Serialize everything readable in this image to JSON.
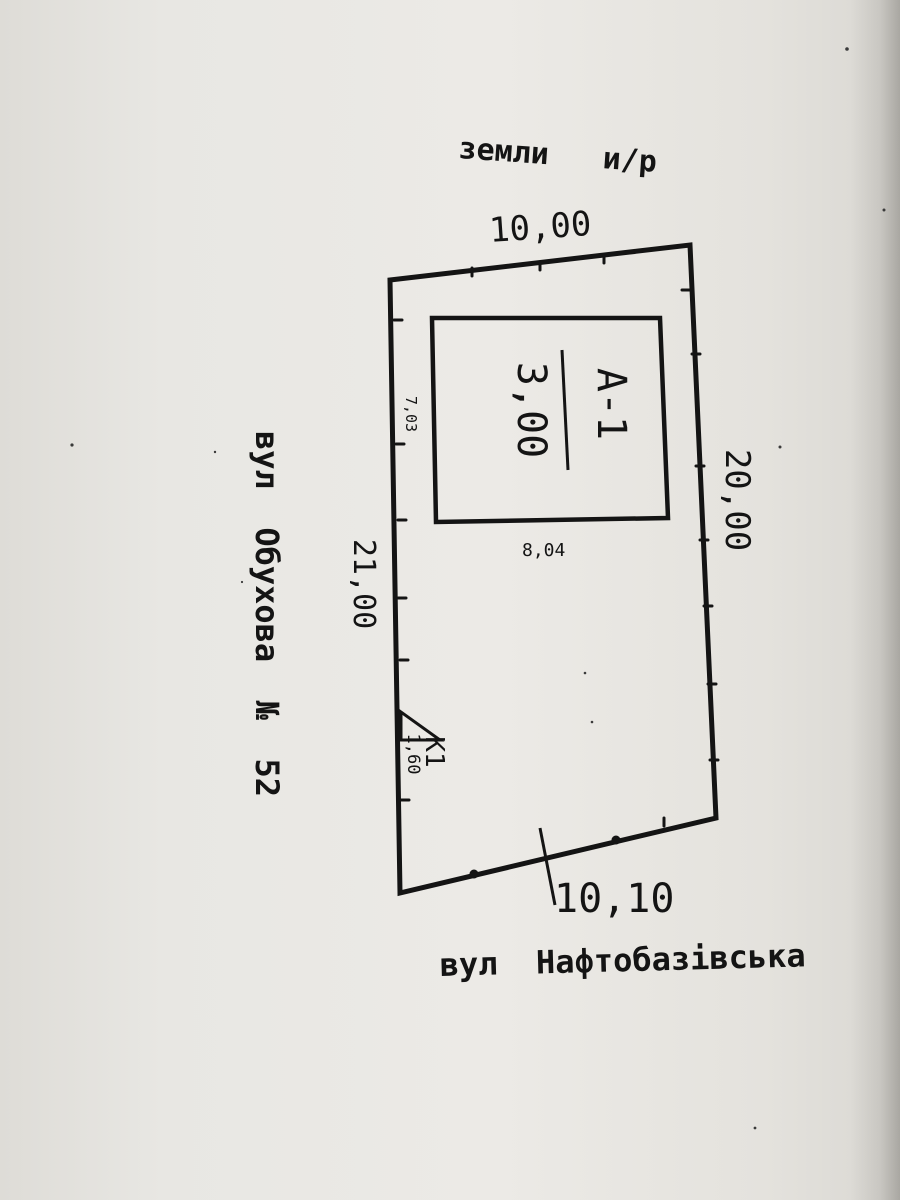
{
  "labels": {
    "top_neighbor": "земли   и/р",
    "top_side": "10,00",
    "right_side": "20,00",
    "left_side": "21,00",
    "bottom_side": "10,10",
    "bottom_street": "вул  Нафтобазівська",
    "left_street": "вул  Обухова  №  52",
    "building_name": "А-1",
    "building_height": "3,00",
    "building_width": "8,04",
    "building_depth": "7,03",
    "entrance_name": "К1",
    "entrance_size": "1,60"
  },
  "colors": {
    "ink": "#141414",
    "paper": "#e7e6e2"
  }
}
